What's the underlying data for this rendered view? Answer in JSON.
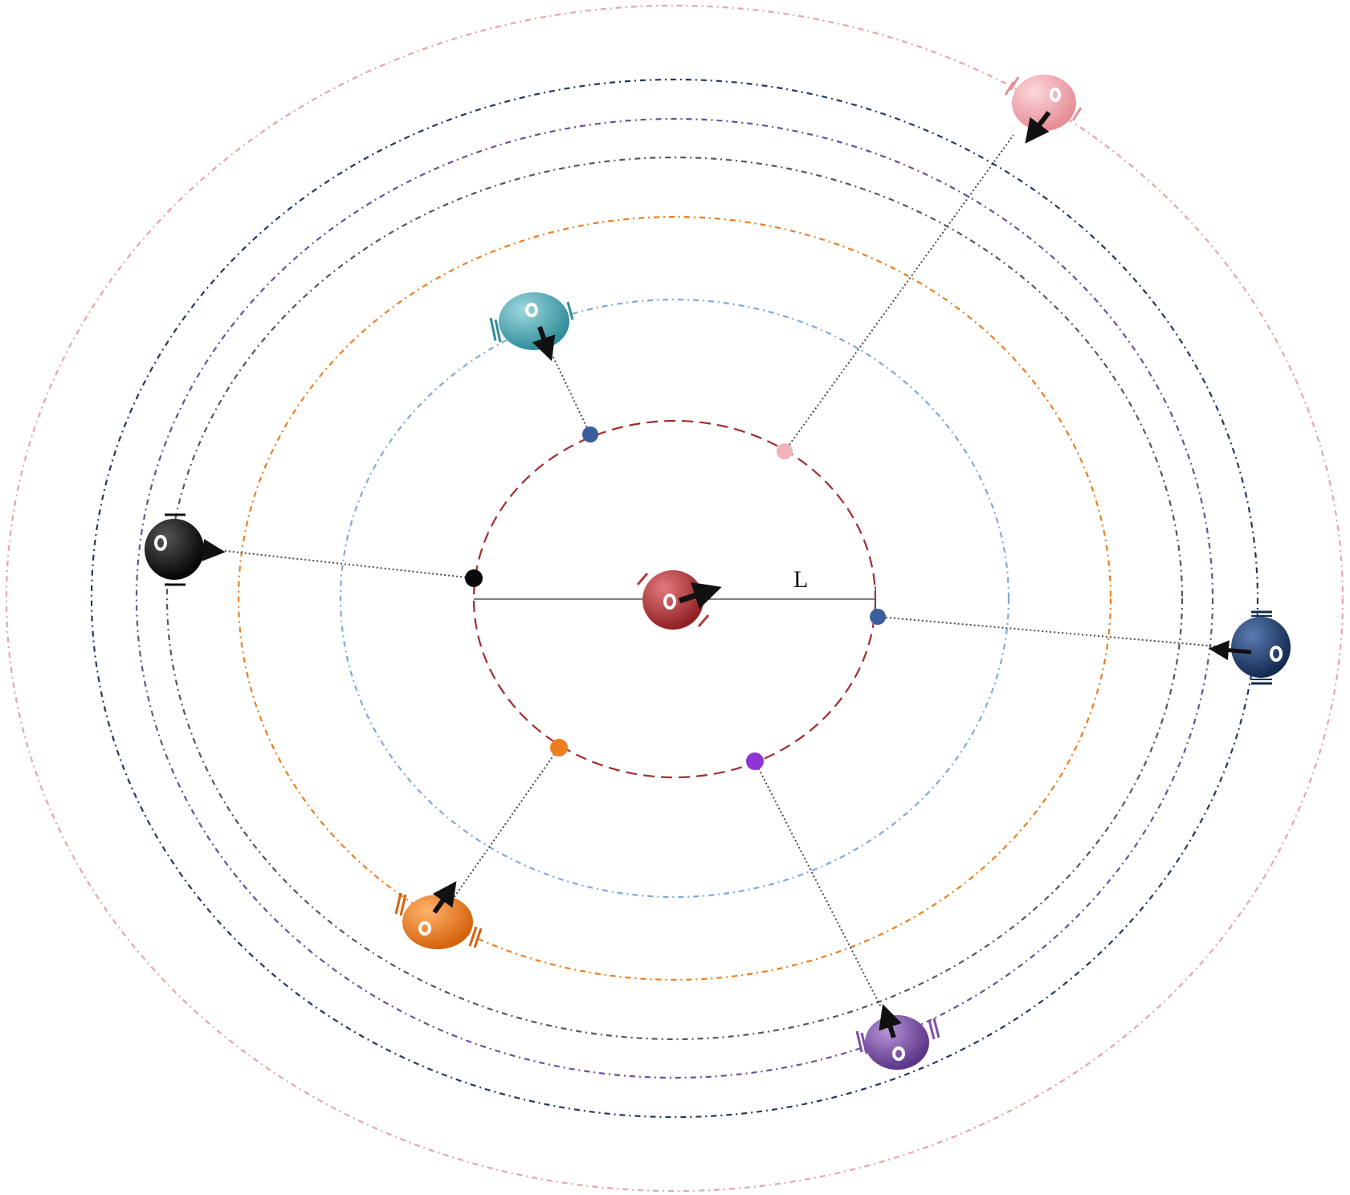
{
  "diagram": {
    "radius_label": "L",
    "colors": {
      "leader": "#b5383b",
      "pink": "#f0a5ad",
      "teal": "#4aa8b4",
      "black": "#141414",
      "navy": "#243f6b",
      "orange": "#ee7d1e",
      "purple": "#7c4fa8",
      "orbit_blue": "#7fa9dc",
      "orbit_gray": "#555566",
      "orbit_navy": "#24375e",
      "orbit_purple": "#6a4f9a",
      "orbit_pink": "#e9a3a9",
      "orbit_red": "#a32b2e"
    },
    "robots": [
      "leader-robot",
      "pink-robot",
      "teal-robot",
      "black-robot",
      "navy-robot",
      "orange-robot",
      "purple-robot"
    ],
    "icons": [
      "robot-icon",
      "heading-arrow-icon",
      "target-point-icon"
    ]
  }
}
